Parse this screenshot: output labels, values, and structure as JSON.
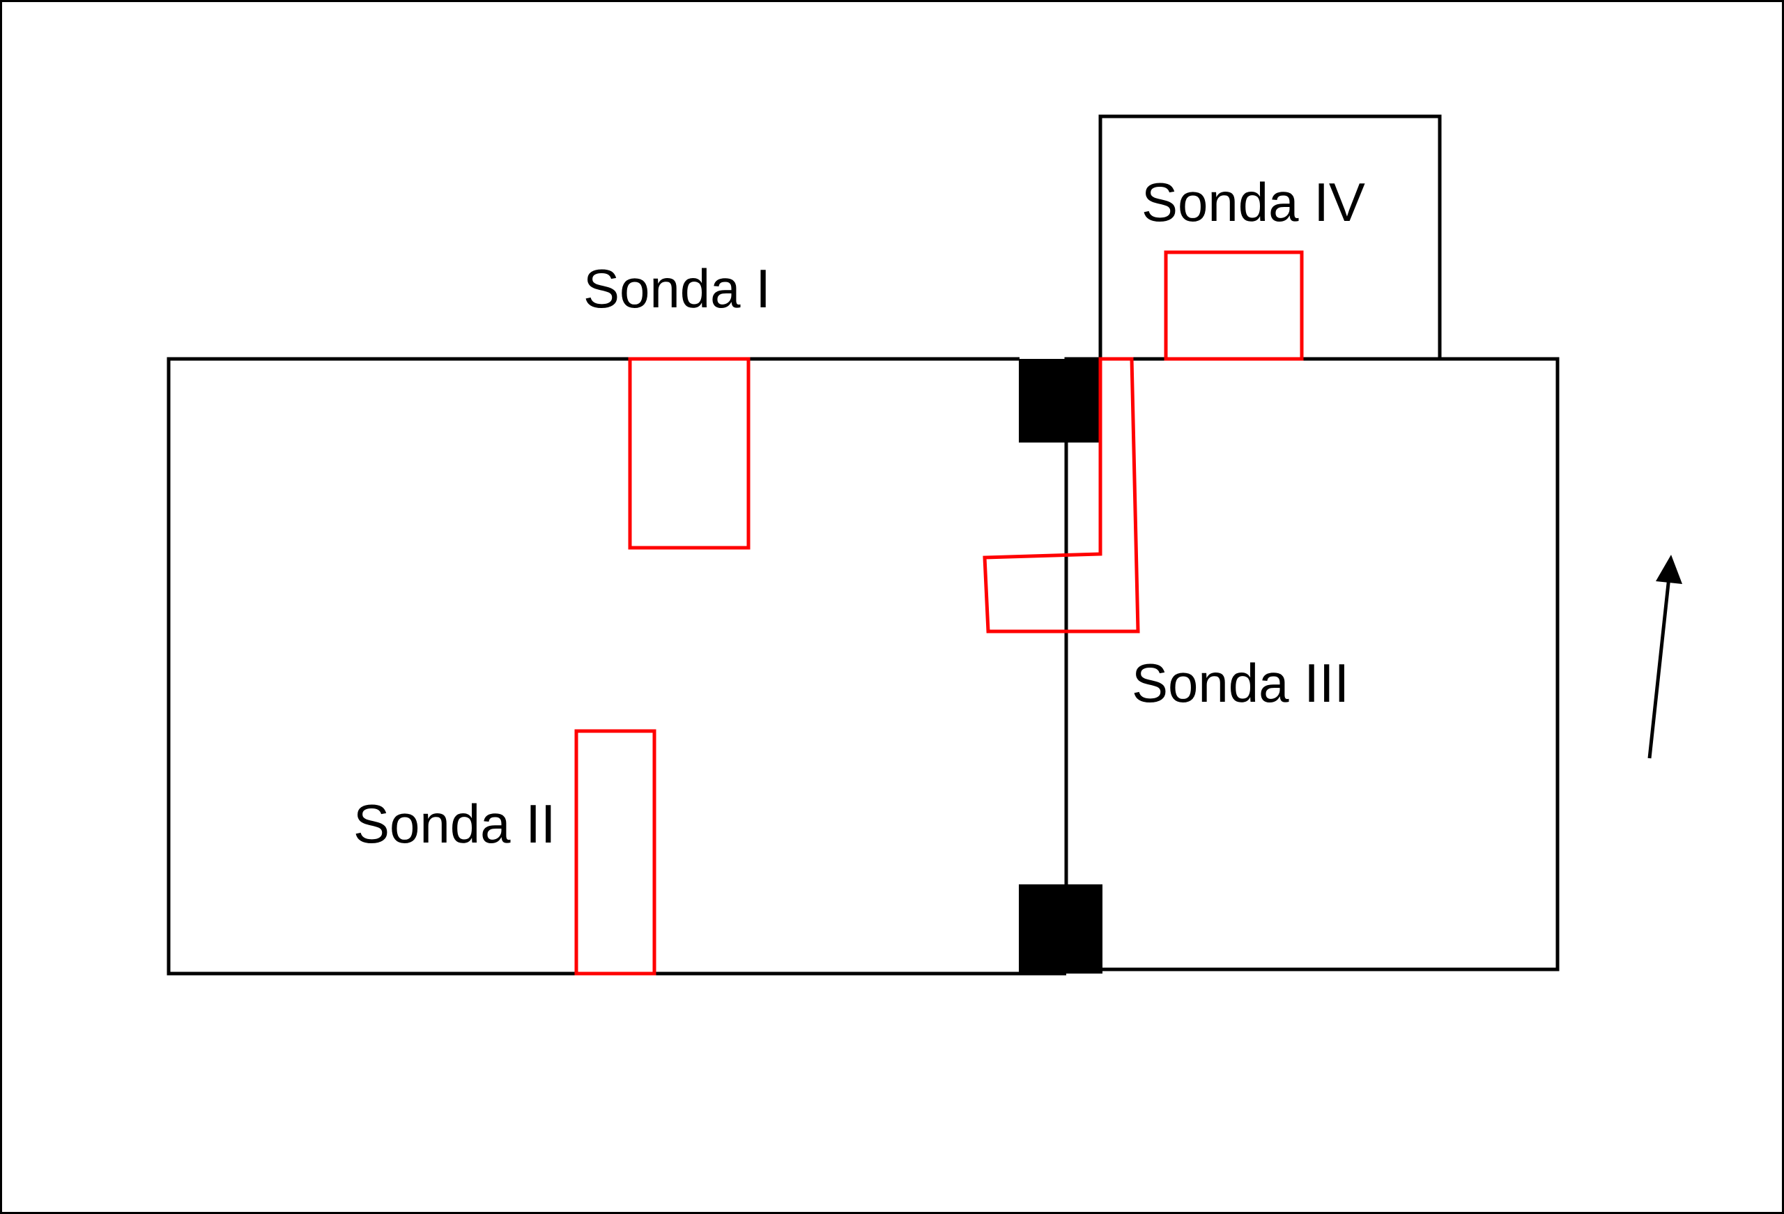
{
  "labels": {
    "sonda_1": "Sonda I",
    "sonda_2": "Sonda II",
    "sonda_3": "Sonda III",
    "sonda_4": "Sonda IV"
  },
  "colors": {
    "walls": "#000000",
    "trenches": "#ff0000",
    "background": "#ffffff"
  },
  "icons": {
    "north_arrow": "north-arrow-icon"
  }
}
